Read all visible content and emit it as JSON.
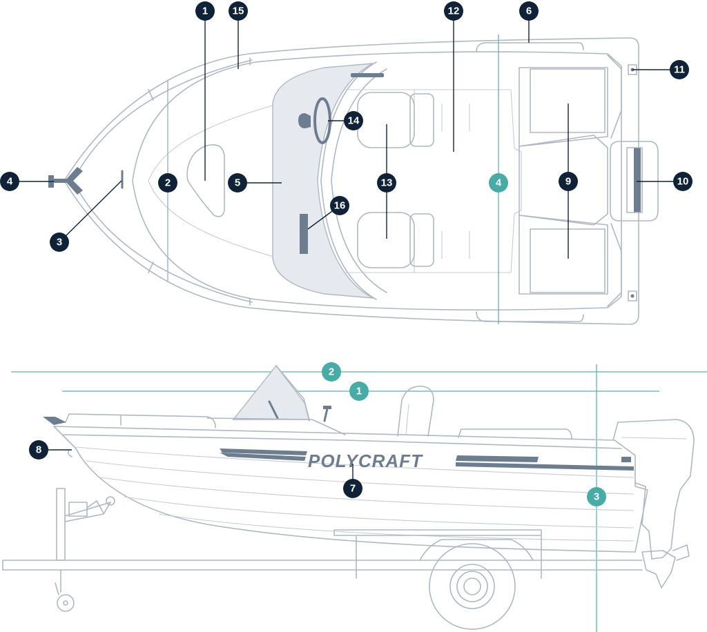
{
  "brand": "POLYCRAFT",
  "colors": {
    "callout_dark": "#0f2238",
    "callout_teal": "#47aca5",
    "outline": "#aeb7c3",
    "accent_grey": "#6d7d90",
    "glass": "#e6e9ee"
  },
  "top_view_callouts": [
    "1",
    "2",
    "3",
    "4",
    "5",
    "6",
    "9",
    "10",
    "11",
    "12",
    "13",
    "14",
    "15",
    "16"
  ],
  "top_view_dimension": "4",
  "side_view_callouts": [
    "7",
    "8"
  ],
  "side_view_dimensions": [
    "1",
    "2",
    "3"
  ]
}
